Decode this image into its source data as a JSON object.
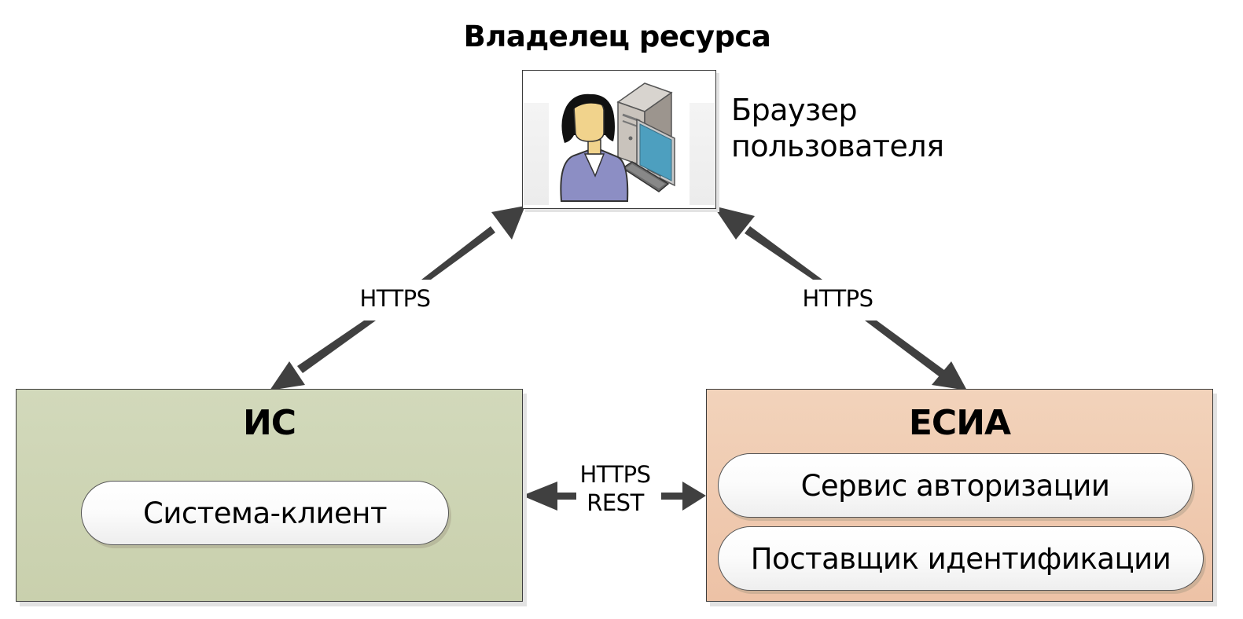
{
  "diagram": {
    "resource_owner": {
      "title": "Владелец ресурса",
      "icon": "user-workstation-icon",
      "caption_line1": "Браузер",
      "caption_line2": "пользователя"
    },
    "information_system": {
      "title": "ИС",
      "components": [
        "Система-клиент"
      ],
      "color": "#cfd5b5"
    },
    "esia": {
      "title": "ЕСИА",
      "components": [
        "Сервис авторизации",
        "Поставщик идентификации"
      ],
      "color": "#f0cbb0"
    },
    "connections": [
      {
        "from": "ИС",
        "to": "Владелец ресурса",
        "label": "HTTPS",
        "bidirectional": true
      },
      {
        "from": "ЕСИА",
        "to": "Владелец ресурса",
        "label": "HTTPS",
        "bidirectional": true
      },
      {
        "from": "ИС",
        "to": "ЕСИА",
        "label_line1": "HTTPS",
        "label_line2": "REST",
        "bidirectional": true
      }
    ],
    "arrow_color": "#404040"
  }
}
